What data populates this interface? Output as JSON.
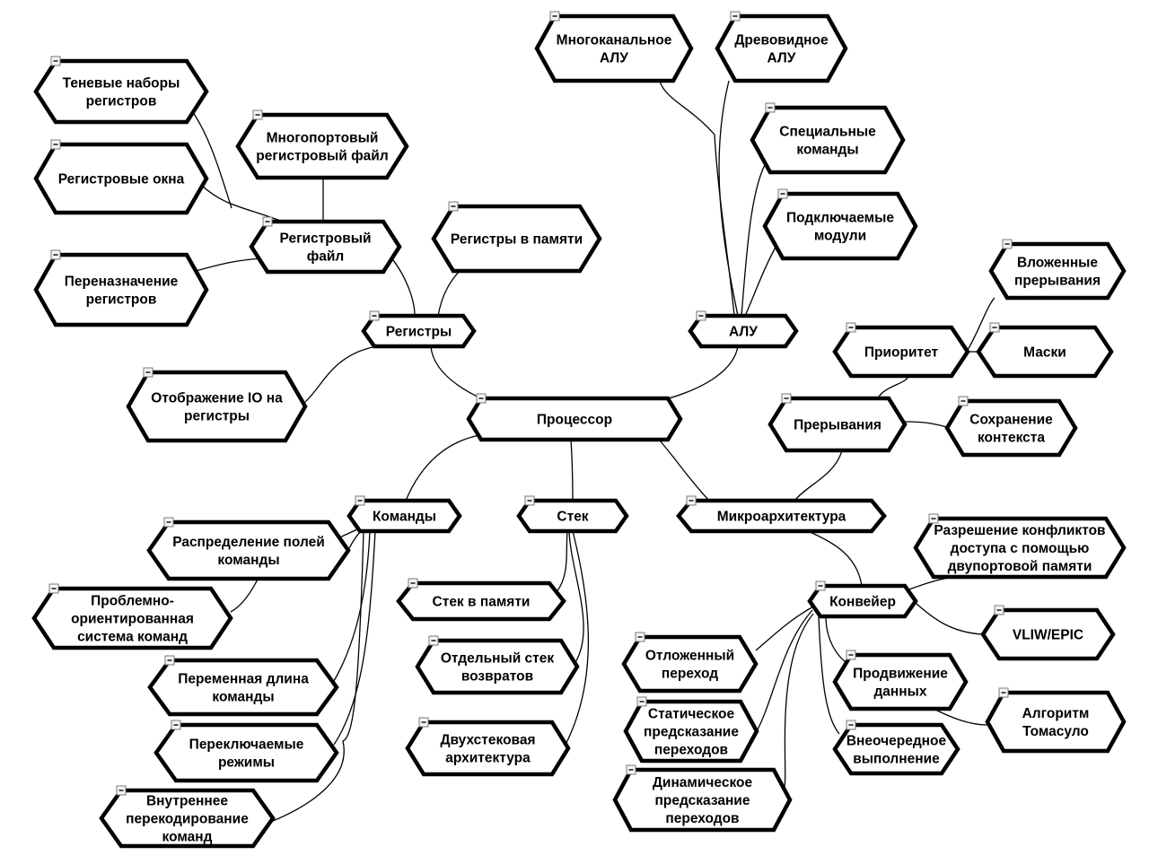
{
  "diagram": {
    "nodes": [
      {
        "id": "cpu",
        "label": [
          "Процессор"
        ]
      },
      {
        "id": "regs",
        "label": [
          "Регистры"
        ]
      },
      {
        "id": "alu",
        "label": [
          "АЛУ"
        ]
      },
      {
        "id": "cmds",
        "label": [
          "Команды"
        ]
      },
      {
        "id": "stack",
        "label": [
          "Стек"
        ]
      },
      {
        "id": "micro",
        "label": [
          "Микроархитектура"
        ]
      },
      {
        "id": "regfile",
        "label": [
          "Регистровый",
          "файл"
        ]
      },
      {
        "id": "shadow",
        "label": [
          "Теневые наборы",
          "регистров"
        ]
      },
      {
        "id": "multiport",
        "label": [
          "Многопортовый",
          "регистровый файл"
        ]
      },
      {
        "id": "windows",
        "label": [
          "Регистровые окна"
        ]
      },
      {
        "id": "rename",
        "label": [
          "Переназначение",
          "регистров"
        ]
      },
      {
        "id": "memregs",
        "label": [
          "Регистры в памяти"
        ]
      },
      {
        "id": "iomap",
        "label": [
          "Отображение IO на",
          "регистры"
        ]
      },
      {
        "id": "multialu",
        "label": [
          "Многоканальное",
          "АЛУ"
        ]
      },
      {
        "id": "treealu",
        "label": [
          "Древовидное",
          "АЛУ"
        ]
      },
      {
        "id": "special",
        "label": [
          "Специальные",
          "команды"
        ]
      },
      {
        "id": "plugins",
        "label": [
          "Подключаемые",
          "модули"
        ]
      },
      {
        "id": "nested",
        "label": [
          "Вложенные",
          "прерывания"
        ]
      },
      {
        "id": "priority",
        "label": [
          "Приоритет"
        ]
      },
      {
        "id": "masks",
        "label": [
          "Маски"
        ]
      },
      {
        "id": "interrupts",
        "label": [
          "Прерывания"
        ]
      },
      {
        "id": "ctxsave",
        "label": [
          "Сохранение",
          "контекста"
        ]
      },
      {
        "id": "fields",
        "label": [
          "Распределение полей",
          "команды"
        ]
      },
      {
        "id": "probl",
        "label": [
          "Проблемно-",
          "ориентированная",
          "система команд"
        ]
      },
      {
        "id": "varlen",
        "label": [
          "Переменная длина",
          "команды"
        ]
      },
      {
        "id": "modes",
        "label": [
          "Переключаемые",
          "режимы"
        ]
      },
      {
        "id": "recode",
        "label": [
          "Внутреннее",
          "перекодирование",
          "команд"
        ]
      },
      {
        "id": "memstack",
        "label": [
          "Стек в памяти"
        ]
      },
      {
        "id": "retstack",
        "label": [
          "Отдельный стек",
          "возвратов"
        ]
      },
      {
        "id": "twostack",
        "label": [
          "Двухстековая",
          "архитектура"
        ]
      },
      {
        "id": "conflict",
        "label": [
          "Разрешение конфликтов",
          "доступа с помощью",
          "двупортовой памяти"
        ]
      },
      {
        "id": "pipeline",
        "label": [
          "Конвейер"
        ]
      },
      {
        "id": "vliw",
        "label": [
          "VLIW/EPIC"
        ]
      },
      {
        "id": "delayed",
        "label": [
          "Отложенный",
          "переход"
        ]
      },
      {
        "id": "forward",
        "label": [
          "Продвижение",
          "данных"
        ]
      },
      {
        "id": "static",
        "label": [
          "Статическое",
          "предсказание",
          "переходов"
        ]
      },
      {
        "id": "tomasulo",
        "label": [
          "Алгоритм",
          "Томасуло"
        ]
      },
      {
        "id": "ooo",
        "label": [
          "Внеочередное",
          "выполнение"
        ]
      },
      {
        "id": "dynamic",
        "label": [
          "Динамическое",
          "предсказание",
          "переходов"
        ]
      }
    ],
    "edges": [
      [
        "cpu",
        "regs"
      ],
      [
        "cpu",
        "alu"
      ],
      [
        "cpu",
        "cmds"
      ],
      [
        "cpu",
        "stack"
      ],
      [
        "cpu",
        "micro"
      ],
      [
        "regs",
        "regfile"
      ],
      [
        "regs",
        "memregs"
      ],
      [
        "regs",
        "iomap"
      ],
      [
        "regfile",
        "shadow"
      ],
      [
        "regfile",
        "multiport"
      ],
      [
        "regfile",
        "windows"
      ],
      [
        "regfile",
        "rename"
      ],
      [
        "alu",
        "multialu"
      ],
      [
        "alu",
        "treealu"
      ],
      [
        "alu",
        "special"
      ],
      [
        "alu",
        "plugins"
      ],
      [
        "micro",
        "interrupts"
      ],
      [
        "micro",
        "pipeline"
      ],
      [
        "interrupts",
        "priority"
      ],
      [
        "interrupts",
        "ctxsave"
      ],
      [
        "priority",
        "nested"
      ],
      [
        "priority",
        "masks"
      ],
      [
        "cmds",
        "fields"
      ],
      [
        "cmds",
        "probl"
      ],
      [
        "cmds",
        "varlen"
      ],
      [
        "cmds",
        "modes"
      ],
      [
        "cmds",
        "recode"
      ],
      [
        "stack",
        "memstack"
      ],
      [
        "stack",
        "retstack"
      ],
      [
        "stack",
        "twostack"
      ],
      [
        "pipeline",
        "conflict"
      ],
      [
        "pipeline",
        "vliw"
      ],
      [
        "pipeline",
        "delayed"
      ],
      [
        "pipeline",
        "forward"
      ],
      [
        "pipeline",
        "static"
      ],
      [
        "pipeline",
        "ooo"
      ],
      [
        "pipeline",
        "dynamic"
      ],
      [
        "forward",
        "tomasulo"
      ]
    ]
  }
}
